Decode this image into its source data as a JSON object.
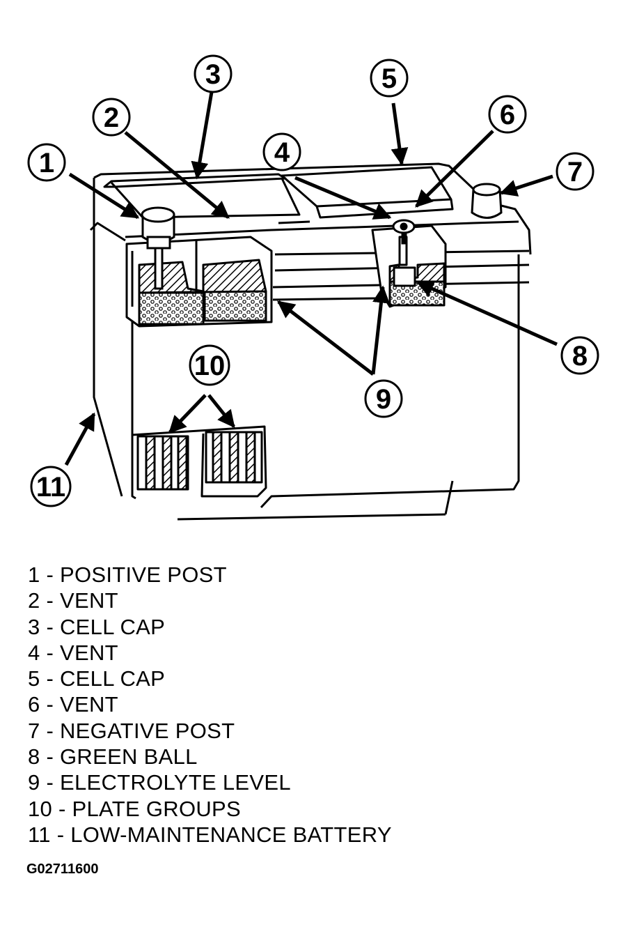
{
  "callouts": [
    {
      "num": "1"
    },
    {
      "num": "2"
    },
    {
      "num": "3"
    },
    {
      "num": "4"
    },
    {
      "num": "5"
    },
    {
      "num": "6"
    },
    {
      "num": "7"
    },
    {
      "num": "8"
    },
    {
      "num": "9"
    },
    {
      "num": "10"
    },
    {
      "num": "11"
    }
  ],
  "legend": [
    "1 - POSITIVE POST",
    "2 - VENT",
    "3 - CELL CAP",
    "4 - VENT",
    "5 - CELL CAP",
    "6 - VENT",
    "7 - NEGATIVE POST",
    "8 - GREEN BALL",
    "9 - ELECTROLYTE LEVEL",
    "10 - PLATE GROUPS",
    "11 - LOW-MAINTENANCE BATTERY"
  ],
  "figure_id": "G02711600"
}
